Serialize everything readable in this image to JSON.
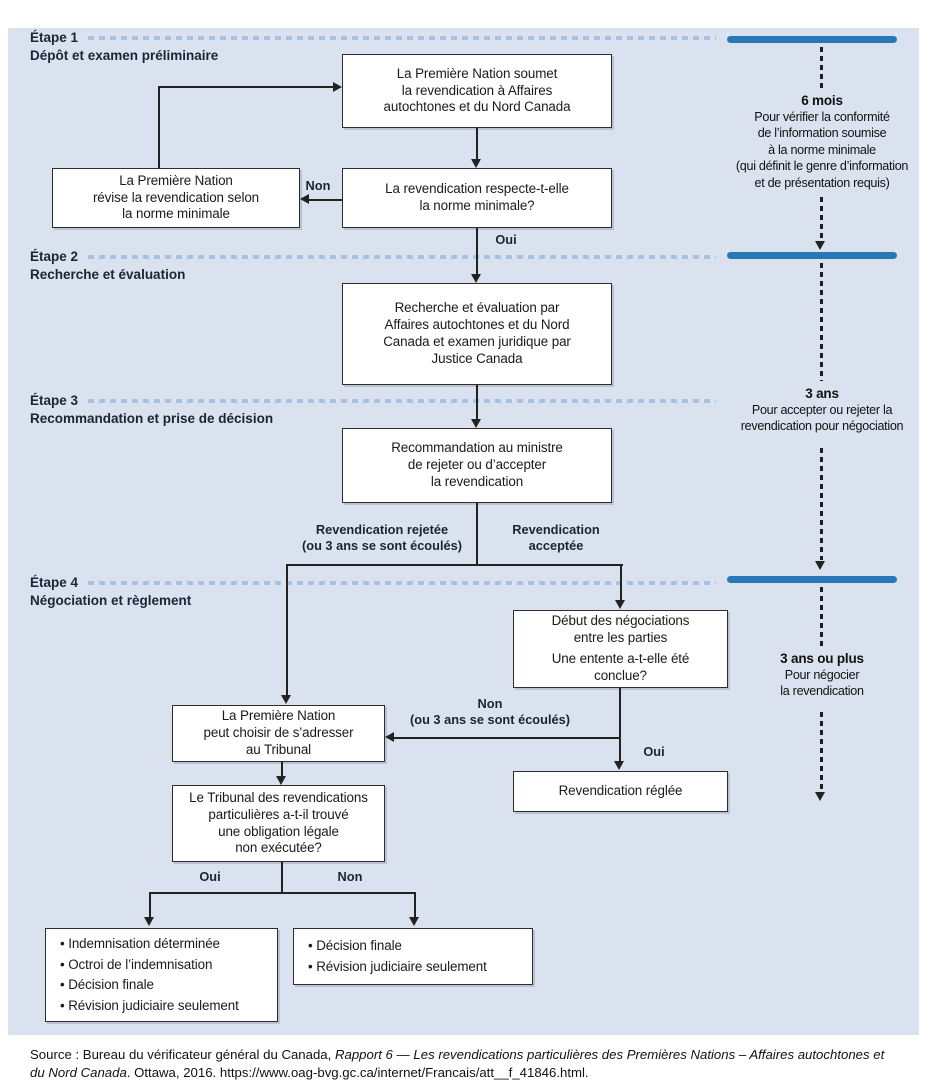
{
  "colors": {
    "panel_background": "#dbe2ef",
    "timeline_bar_blue": "#2878b8",
    "stage_dash_blue": "#a8c3e2",
    "connector_black": "#222222"
  },
  "stages": [
    {
      "title": "Étape 1",
      "subtitle": "Dépôt et examen préliminaire"
    },
    {
      "title": "Étape 2",
      "subtitle": "Recherche et évaluation"
    },
    {
      "title": "Étape 3",
      "subtitle": "Recommandation et prise de décision"
    },
    {
      "title": "Étape 4",
      "subtitle": "Négociation et règlement"
    }
  ],
  "boxes": {
    "submit": "La Première Nation soumet\nla revendication à Affaires\nautochtones et du Nord Canada",
    "meets_standard": "La revendication respecte-t-elle\nla norme minimale?",
    "revise": "La Première Nation\nrévise la revendication selon\nla norme minimale",
    "research": "Recherche et évaluation par\nAffaires autochtones et du Nord\nCanada et examen juridique par\nJustice Canada",
    "recommendation": "Recommandation au ministre\nde rejeter ou d’accepter\nla revendication",
    "negotiations_start": "Début des négociations\nentre les parties",
    "negotiations_question": "Une entente a-t-elle été\nconclue?",
    "tribunal_choice": "La Première Nation\npeut choisir de s’adresser\nau Tribunal",
    "settled": "Revendication réglée",
    "tribunal_question": "Le Tribunal des revendications\nparticulières a-t-il trouvé\nune obligation légale\nnon exécutée?"
  },
  "bullets": {
    "oui_outcomes": [
      "Indemnisation déterminée",
      "Octroi de l’indemnisation",
      "Décision finale",
      "Révision judiciaire seulement"
    ],
    "non_outcomes": [
      "Décision finale",
      "Révision judiciaire seulement"
    ]
  },
  "labels": {
    "non_minimal": "Non",
    "oui_minimal": "Oui",
    "rejected": "Revendication rejetée\n(ou 3 ans se sont écoulés)",
    "accepted": "Revendication\nacceptée",
    "non_agreement": "Non\n(ou 3 ans se sont écoulés)",
    "oui_agreement": "Oui",
    "oui_tribunal": "Oui",
    "non_tribunal": "Non"
  },
  "timeline": [
    {
      "duration": "6 mois",
      "description": "Pour vérifier la conformité\nde l’information soumise\nà la norme minimale\n(qui définit le genre d’information\net de présentation requis)"
    },
    {
      "duration": "3 ans",
      "description": "Pour accepter ou rejeter la\nrevendication pour négociation"
    },
    {
      "duration": "3 ans ou plus",
      "description": "Pour négocier\nla revendication"
    }
  ],
  "source": {
    "prefix": "Source : Bureau du vérificateur général du Canada, ",
    "title_italic": "Rapport 6 — Les revendications particulières des Premières Nations – Affaires autochtones et du Nord Canada",
    "suffix": ". Ottawa, 2016. https://www.oag-bvg.gc.ca/internet/Francais/att__f_41846.html."
  }
}
